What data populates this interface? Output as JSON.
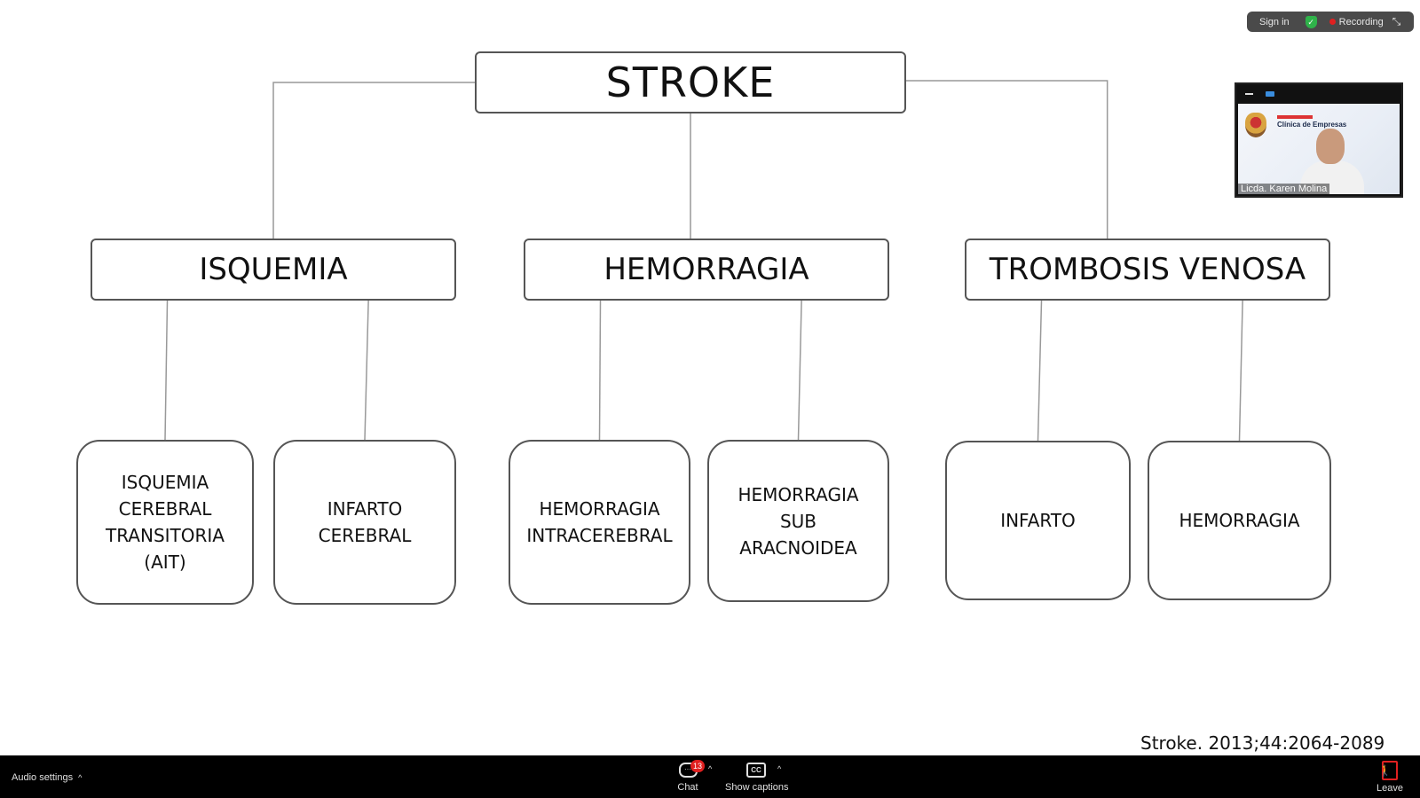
{
  "diagram": {
    "root": "STROKE",
    "categories": [
      {
        "label": "ISQUEMIA",
        "children": [
          "ISQUEMIA\nCEREBRAL\nTRANSITORIA\n(AIT)",
          "INFARTO\nCEREBRAL"
        ]
      },
      {
        "label": "HEMORRAGIA",
        "children": [
          "HEMORRAGIA\nINTRACEREBRAL",
          "HEMORRAGIA\nSUB\nARACNOIDEA"
        ]
      },
      {
        "label": "TROMBOSIS VENOSA",
        "children": [
          "INFARTO",
          "HEMORRAGIA"
        ]
      }
    ],
    "citation": "Stroke. 2013;44:2064-2089"
  },
  "topbar": {
    "sign_in": "Sign in",
    "recording": "Recording",
    "shield_icon": "shield-check-icon",
    "collapse_icon": "collapse-icon"
  },
  "video": {
    "participant_name": "Licda. Karen Molina",
    "org_text": "Clínica de Empresas"
  },
  "bottombar": {
    "audio_settings": "Audio settings",
    "chat_label": "Chat",
    "chat_badge": "13",
    "captions_label": "Show captions",
    "captions_icon_text": "CC",
    "leave_label": "Leave"
  },
  "colors": {
    "line": "#999999",
    "border": "#555555",
    "bar": "#000000",
    "badge": "#e02020",
    "shield": "#2fb34a"
  }
}
